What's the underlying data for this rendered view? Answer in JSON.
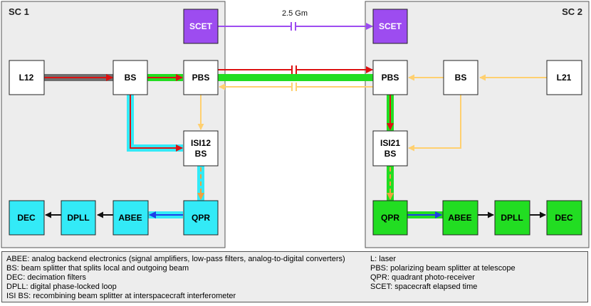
{
  "spacecraft": {
    "left": "SC 1",
    "right": "SC 2"
  },
  "distance_label": "2.5 Gm",
  "blocks": {
    "scet1": "SCET",
    "scet2": "SCET",
    "l12": "L12",
    "bs1": "BS",
    "pbs1": "PBS",
    "isi12_line1": "ISI12",
    "isi12_line2": "BS",
    "qpr1": "QPR",
    "abee1": "ABEE",
    "dpll1": "DPLL",
    "dec1": "DEC",
    "pbs2": "PBS",
    "bs2": "BS",
    "l21": "L21",
    "isi21_line1": "ISI21",
    "isi21_line2": "BS",
    "qpr2": "QPR",
    "abee2": "ABEE",
    "dpll2": "DPLL",
    "dec2": "DEC"
  },
  "colors": {
    "purple": "#9d4cf0",
    "cyan": "#33eaf7",
    "green": "#22dd22",
    "red": "#dd1111",
    "gray": "#6f6f6f",
    "yellow": "#ffd070",
    "blue": "#1f3ee8"
  },
  "legend": {
    "left": [
      "ABEE: analog backend electronics (signal amplifiers, low-pass filters, analog-to-digital converters)",
      "BS: beam splitter that splits local and outgoing beam",
      "DEC: decimation filters",
      "DPLL: digital phase-locked loop",
      "ISI BS: recombining beam splitter at interspacecraft interferometer"
    ],
    "right": [
      "L: laser",
      "PBS: polarizing beam splitter at telescope",
      "QPR: quadrant photo-receiver",
      "SCET: spacecraft elapsed time"
    ]
  }
}
